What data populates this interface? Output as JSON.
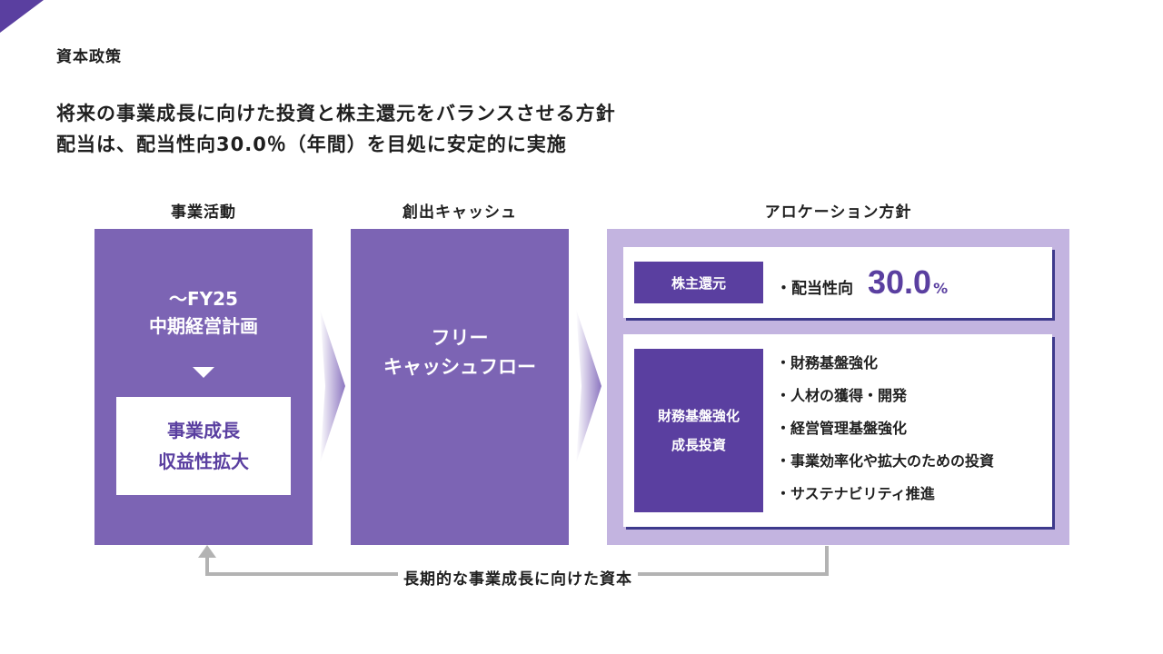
{
  "section_title": "資本政策",
  "headline": {
    "line1": "将来の事業成長に向けた投資と株主還元をバランスさせる方針",
    "line2": "配当は、配当性向30.0％（年間）を目処に安定的に実施"
  },
  "columns": {
    "business": "事業活動",
    "cash": "創出キャッシュ",
    "allocation": "アロケーション方針"
  },
  "business_box": {
    "plan_line1": "～FY25",
    "plan_line2": "中期経営計画",
    "result_line1": "事業成長",
    "result_line2": "収益性拡大"
  },
  "cash_box": {
    "line1": "フリー",
    "line2": "キャッシュフロー"
  },
  "allocation": {
    "return_tag": "株主還元",
    "payout_label": "・配当性向",
    "payout_value": "30.0",
    "payout_unit": "%",
    "invest_tag_line1": "財務基盤強化",
    "invest_tag_line2": "成長投資",
    "invest_items": [
      "・財務基盤強化",
      "・人材の獲得・開発",
      "・経営管理基盤強化",
      "・事業効率化や拡大のための投資",
      "・サステナビリティ推進"
    ]
  },
  "feedback_label": "長期的な事業成長に向けた資本",
  "colors": {
    "purple_dark": "#5a3fa0",
    "purple_mid": "#7c64b4",
    "purple_light": "#c3b4e0",
    "arrow_gray": "#b3b3b3"
  }
}
